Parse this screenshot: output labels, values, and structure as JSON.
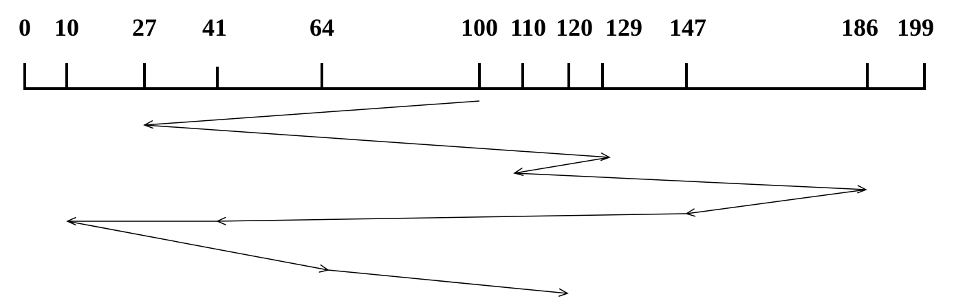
{
  "diagram": {
    "ticks": [
      {
        "value": 0,
        "label": "0"
      },
      {
        "value": 10,
        "label": "10"
      },
      {
        "value": 27,
        "label": "27"
      },
      {
        "value": 41,
        "label": "41"
      },
      {
        "value": 64,
        "label": "64"
      },
      {
        "value": 100,
        "label": "100"
      },
      {
        "value": 110,
        "label": "110"
      },
      {
        "value": 120,
        "label": "120"
      },
      {
        "value": 129,
        "label": "129"
      },
      {
        "value": 147,
        "label": "147"
      },
      {
        "value": 186,
        "label": "186"
      },
      {
        "value": 199,
        "label": "199"
      }
    ],
    "service_order": [
      100,
      27,
      129,
      110,
      186,
      147,
      41,
      10,
      64,
      120
    ],
    "colors": {
      "ink": "#000000",
      "background": "#ffffff"
    }
  }
}
